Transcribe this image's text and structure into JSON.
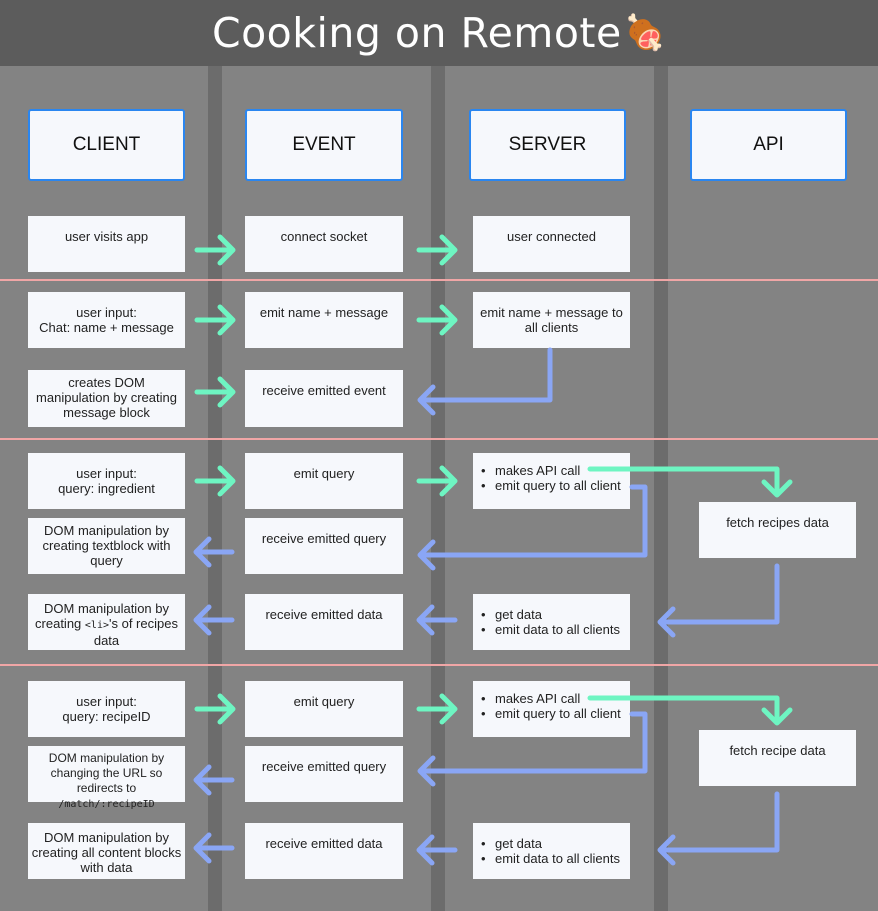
{
  "title": "Cooking on Remote",
  "title_emoji": "🍖",
  "lanes": [
    "CLIENT",
    "EVENT",
    "SERVER",
    "API"
  ],
  "boxes": {
    "s1": {
      "client": "user visits app",
      "event": "connect socket",
      "server": "user connected"
    },
    "s2": {
      "client_input": [
        "user input:",
        "Chat: name + message"
      ],
      "event_emit": "emit name + message",
      "server_emit": "emit name + message to all clients",
      "client_dom": "creates DOM manipulation by creating message block",
      "event_receive": "receive emitted event"
    },
    "s3": {
      "client_input": [
        "user input:",
        "query: ingredient"
      ],
      "event_emit": "emit query",
      "server_bullets": [
        "makes API call",
        "emit query to all client"
      ],
      "api": "fetch recipes data",
      "client_dom1": "DOM manipulation by creating textblock with query",
      "event_receive_query": "receive emitted query",
      "client_dom2_pre": "DOM manipulation by creating ",
      "client_dom2_code": "<li>",
      "client_dom2_post": "'s of recipes data",
      "event_receive_data": "receive emitted data",
      "server_data_bullets": [
        "get data",
        "emit data to all clients"
      ]
    },
    "s4": {
      "client_input": [
        "user input:",
        "query: recipeID"
      ],
      "event_emit": "emit query",
      "server_bullets": [
        "makes API call",
        "emit query to all client"
      ],
      "api": "fetch recipe data",
      "client_dom1_pre": "DOM manipulation by changing the URL so redirects to ",
      "client_dom1_code": "/match/:recipeID",
      "event_receive_query": "receive emitted query",
      "client_dom2": "DOM manipulation by creating all content blocks with data",
      "event_receive_data": "receive emitted data",
      "server_data_bullets": [
        "get data",
        "emit data to all clients"
      ]
    }
  },
  "colors": {
    "forward_arrow": "#6ef5c2",
    "return_arrow": "#8aa6f5",
    "header_border": "#2a86f0",
    "separator": "#f0a6a6"
  }
}
